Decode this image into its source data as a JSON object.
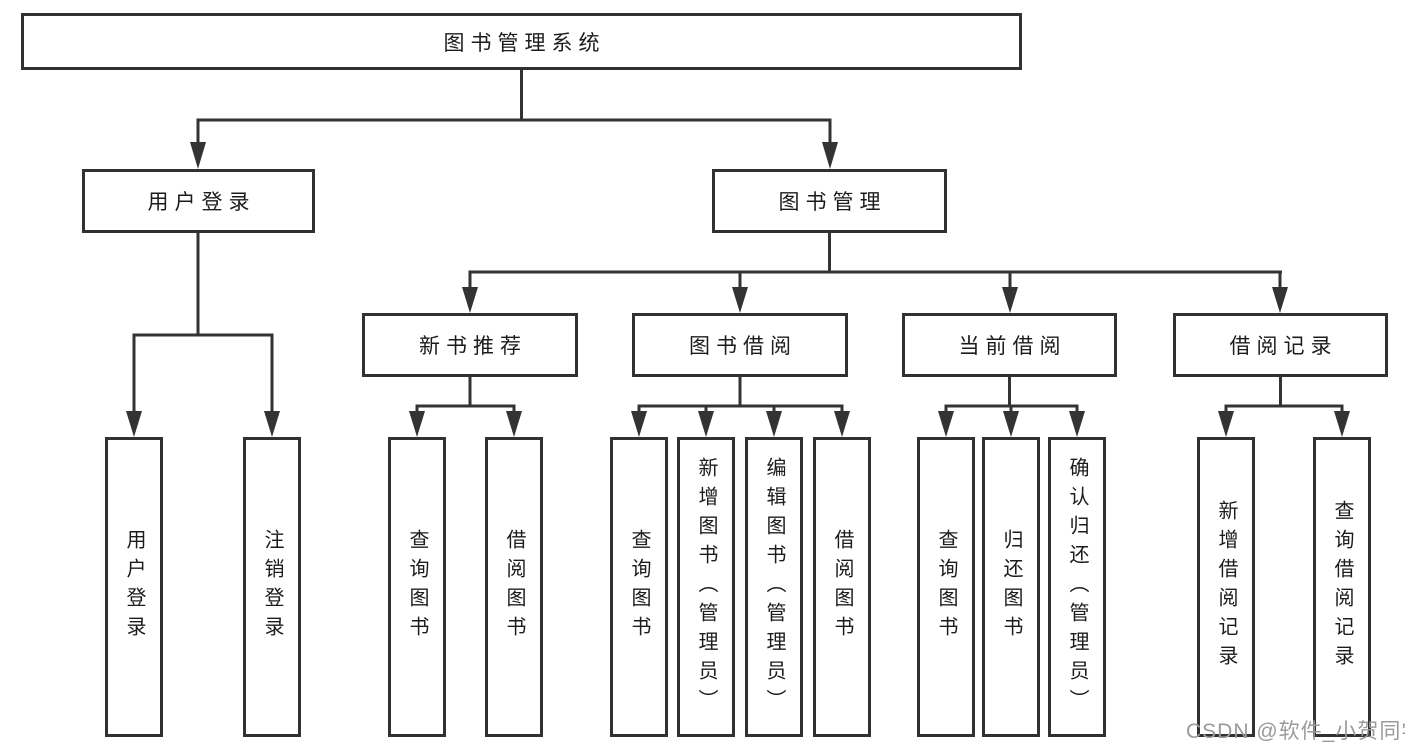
{
  "diagram": {
    "title": "图书管理系统",
    "root": {
      "label": "图书管理系统"
    },
    "level2": [
      {
        "label": "用户登录"
      },
      {
        "label": "图书管理"
      }
    ],
    "level3": [
      {
        "label": "新书推荐",
        "parent": "图书管理"
      },
      {
        "label": "图书借阅",
        "parent": "图书管理"
      },
      {
        "label": "当前借阅",
        "parent": "图书管理"
      },
      {
        "label": "借阅记录",
        "parent": "图书管理"
      }
    ],
    "leaves": [
      {
        "label": "用户登录",
        "parent": "用户登录"
      },
      {
        "label": "注销登录",
        "parent": "用户登录"
      },
      {
        "label": "查询图书",
        "parent": "新书推荐"
      },
      {
        "label": "借阅图书",
        "parent": "新书推荐"
      },
      {
        "label": "查询图书",
        "parent": "图书借阅"
      },
      {
        "label": "新增图书（管理员）",
        "parent": "图书借阅"
      },
      {
        "label": "编辑图书（管理员）",
        "parent": "图书借阅"
      },
      {
        "label": "借阅图书",
        "parent": "图书借阅"
      },
      {
        "label": "查询图书",
        "parent": "当前借阅"
      },
      {
        "label": "归还图书",
        "parent": "当前借阅"
      },
      {
        "label": "确认归还（管理员）",
        "parent": "当前借阅"
      },
      {
        "label": "新增借阅记录",
        "parent": "借阅记录"
      },
      {
        "label": "查询借阅记录",
        "parent": "借阅记录"
      }
    ],
    "colors": {
      "line": "#333333",
      "box_border": "#313131",
      "text": "#1c1c1c",
      "watermark": "#9a9a9a",
      "background": "#ffffff"
    }
  },
  "watermark": {
    "text": "CSDN @软件_小贺同学"
  }
}
